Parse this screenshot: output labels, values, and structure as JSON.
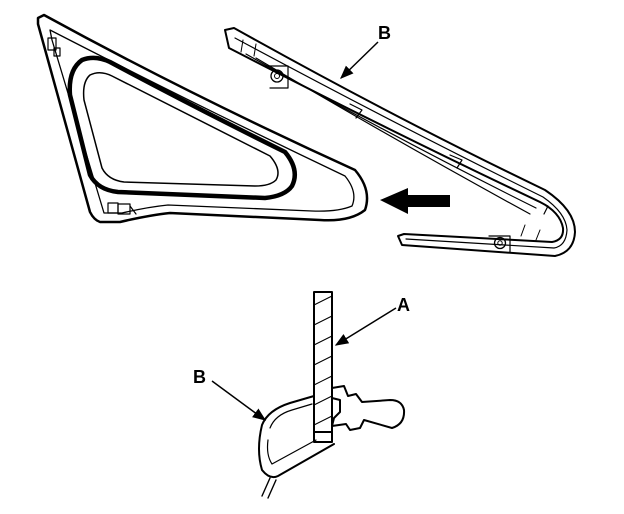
{
  "labels": {
    "molding_top": "B",
    "glass": "A",
    "molding_section": "B"
  }
}
